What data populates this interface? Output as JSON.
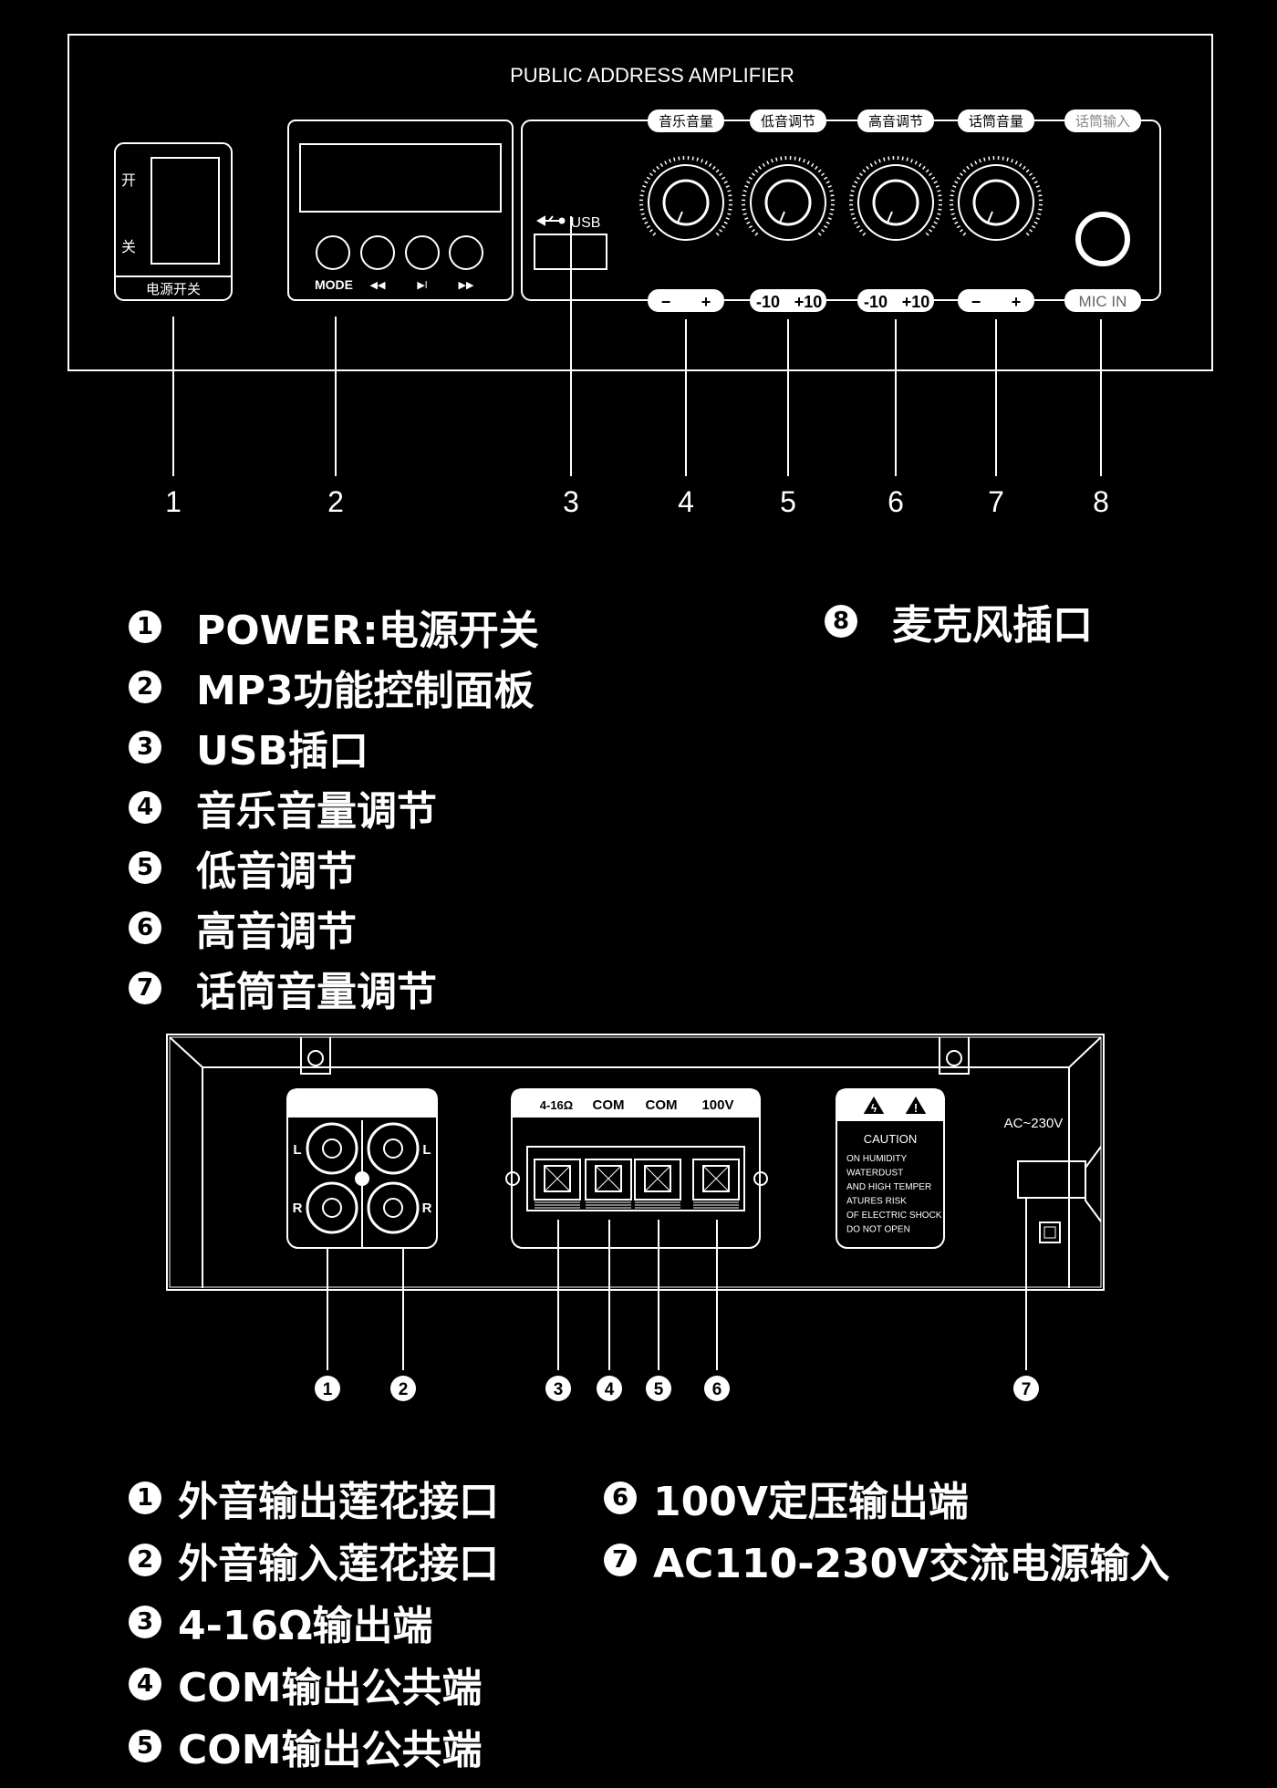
{
  "front_panel": {
    "title": "PUBLIC ADDRESS AMPLIFIER",
    "power": {
      "on": "开",
      "off": "关",
      "label": "电源开关"
    },
    "mp3": {
      "mode": "MODE",
      "prev": "◀◀",
      "play": "▶ǀ",
      "next": "▶▶"
    },
    "usb": {
      "label": "USB",
      "icon": "usb-icon"
    },
    "knobs": [
      {
        "label": "音乐音量",
        "min": "−",
        "max": "+"
      },
      {
        "label": "低音调节",
        "min": "-10",
        "max": "+10"
      },
      {
        "label": "高音调节",
        "min": "-10",
        "max": "+10"
      },
      {
        "label": "话筒音量",
        "min": "−",
        "max": "+"
      }
    ],
    "mic": {
      "top_label": "话筒输入",
      "bottom_label": "MIC IN"
    },
    "callout_numbers": [
      "1",
      "2",
      "3",
      "4",
      "5",
      "6",
      "7",
      "8"
    ]
  },
  "front_legend": [
    {
      "num": "1",
      "text": "POWER:电源开关"
    },
    {
      "num": "2",
      "text": "MP3功能控制面板"
    },
    {
      "num": "3",
      "text": "USB插口"
    },
    {
      "num": "4",
      "text": "音乐音量调节"
    },
    {
      "num": "5",
      "text": "低音调节"
    },
    {
      "num": "6",
      "text": "高音调节"
    },
    {
      "num": "7",
      "text": "话筒音量调节"
    },
    {
      "num": "8",
      "text": "麦克风插口"
    }
  ],
  "rear_panel": {
    "rca": {
      "left": "L",
      "right": "R"
    },
    "terminal_labels": [
      "4-16Ω",
      "COM",
      "COM",
      "100V"
    ],
    "caution": {
      "title": "CAUTION",
      "lines": [
        "ON HUMIDITY",
        "WATERDUST",
        "AND HIGH TEMPER",
        "ATURES RISK",
        "OF ELECTRIC SHOCK",
        "DO NOT OPEN"
      ]
    },
    "ac_label": "AC~230V",
    "callout_numbers": [
      "1",
      "2",
      "3",
      "4",
      "5",
      "6",
      "7"
    ]
  },
  "rear_legend": [
    {
      "num": "1",
      "text": "外音输出莲花接口"
    },
    {
      "num": "2",
      "text": "外音输入莲花接口"
    },
    {
      "num": "3",
      "text": "4-16Ω输出端"
    },
    {
      "num": "4",
      "text": "COM输出公共端"
    },
    {
      "num": "5",
      "text": "COM输出公共端"
    },
    {
      "num": "6",
      "text": "100V定压输出端"
    },
    {
      "num": "7",
      "text": "AC110-230V交流电源输入"
    }
  ]
}
